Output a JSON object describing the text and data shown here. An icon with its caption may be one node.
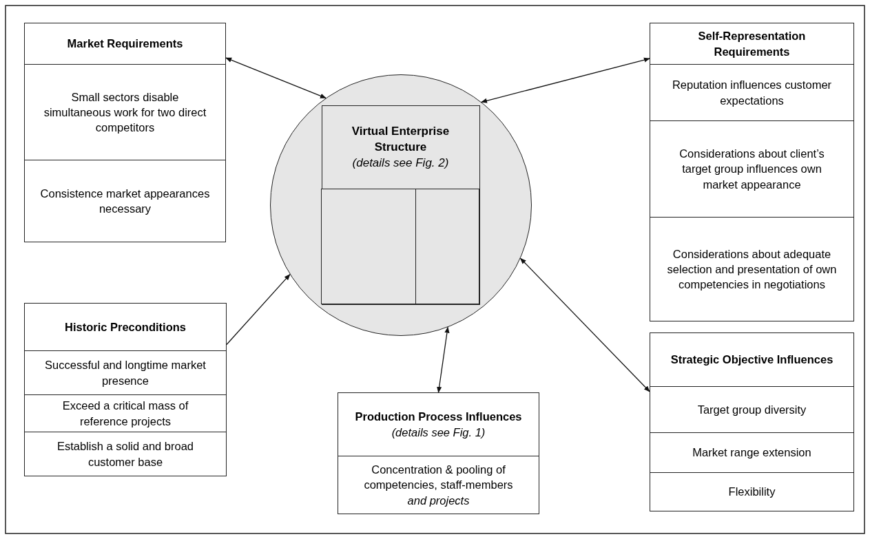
{
  "diagram": {
    "nodes": [
      {
        "text": [
          "Market Requirements",
          "Small sectors disable simultaneous work for two direct competitors",
          "Consistence market appearances necessary"
        ]
      },
      {
        "text": [
          "Self-Representation Requirements",
          "Reputation influences customer expectations",
          "Considerations about client’s target group influences own market appearance",
          "Considerations about adequate selection and presentation of own competencies in negotiations"
        ]
      },
      {
        "text": [],
        "shape": "circle"
      },
      {
        "text": [
          "Virtual Enterprise Structure",
          "(details see Fig. 2)"
        ],
        "in": 2
      },
      {
        "text": [],
        "shape": "box",
        "in": 3
      },
      {
        "text": [],
        "shape": "box",
        "in": 3
      },
      {
        "text": [
          "Historic Preconditions",
          "Successful and longtime market presence",
          "Exceed a critical mass of reference projects",
          "Establish a solid and broad customer base"
        ]
      },
      {
        "text": [
          "Production Process Influences",
          "(details see Fig. 1)",
          "Concentration & pooling of competencies, staff-members *and projects*"
        ]
      },
      {
        "text": [
          "Strategic Objective Influences",
          "Target group diversity",
          "Market range extension",
          "Flexibility"
        ]
      }
    ],
    "edges": [
      {
        "from": 0,
        "to": 2,
        "arrow": "both"
      },
      {
        "from": 1,
        "to": 2,
        "arrow": "both"
      },
      {
        "from": 6,
        "to": 2,
        "arrow": "to"
      },
      {
        "from": 7,
        "to": 2,
        "arrow": "both"
      },
      {
        "from": 8,
        "to": 2,
        "arrow": "both"
      }
    ]
  }
}
